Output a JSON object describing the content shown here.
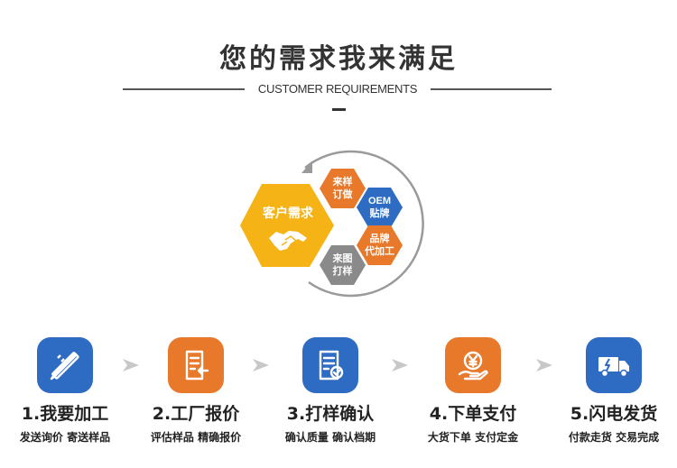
{
  "header": {
    "title": "您的需求我来满足",
    "subtitle": "CUSTOMER REQUIREMENTS"
  },
  "diagram": {
    "center_label": "客户需求",
    "nodes": [
      {
        "label_line1": "来样",
        "label_line2": "订做",
        "color": "#E8782A"
      },
      {
        "label_line1": "OEM",
        "label_line2": "贴牌",
        "color": "#2E6CC4"
      },
      {
        "label_line1": "品牌",
        "label_line2": "代加工",
        "color": "#E8782A"
      },
      {
        "label_line1": "来图",
        "label_line2": "打样",
        "color": "#8A8A8A"
      }
    ],
    "center_color": "#F5B316",
    "icon": "handshake-icon"
  },
  "steps": [
    {
      "title": "1.我要加工",
      "desc": "发送询价 寄送样品",
      "color": "#2E6CC4",
      "icon": "pencil-ruler-icon"
    },
    {
      "title": "2.工厂报价",
      "desc": "评估样品 精确报价",
      "color": "#E8782A",
      "icon": "quote-document-icon"
    },
    {
      "title": "3.打样确认",
      "desc": "确认质量 确认档期",
      "color": "#2E6CC4",
      "icon": "checklist-icon"
    },
    {
      "title": "4.下单支付",
      "desc": "大货下单 支付定金",
      "color": "#E8782A",
      "icon": "yuan-payment-icon"
    },
    {
      "title": "5.闪电发货",
      "desc": "付款走货 交易完成",
      "color": "#2E6CC4",
      "icon": "delivery-truck-icon"
    }
  ]
}
